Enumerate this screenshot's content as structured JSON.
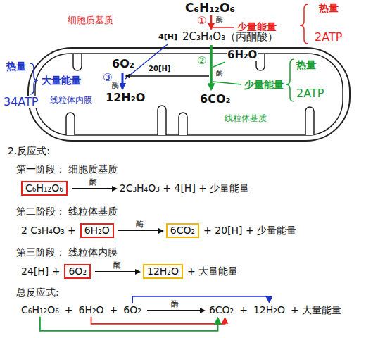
{
  "diagram": {
    "nodes": [
      {
        "text": [
          "C₆H₁₂O₆"
        ]
      },
      {
        "text": [
          "6H₂O"
        ]
      },
      {
        "text": [
          "6CO₂"
        ]
      },
      {
        "text": [
          "6O₂"
        ]
      },
      {
        "text": [
          "12H₂O"
        ]
      }
    ],
    "labels": [
      "C₆H₁₂O₆",
      "①",
      "酶",
      "细胞质基质",
      "少量能量",
      "热量",
      "2ATP",
      "4[H]",
      "2C₃H₄O₃（丙酮酸）",
      "6O₂",
      "③",
      "酶",
      "20[H]",
      "6H₂O",
      "②",
      "酶",
      "热量",
      "少量能量",
      "2ATP",
      "热量",
      "大量能量",
      "34ATP",
      "线粒体内膜",
      "12H₂O",
      "6CO₂",
      "线粒体基质",
      "2.反应式:",
      "第一阶段： 细胞质基质",
      "酶",
      "2C₃H₄O₃ + 4[H] + 少量能量",
      "第二阶段： 线粒体基质",
      "2 C₃H₄O₃ +",
      "酶",
      "+ 20[H] + 少量能量",
      "第三阶段： 线粒体内膜",
      "24[H] +",
      "酶",
      "+ 大量能量",
      "总反应式:",
      "C₆H₁₂O₆",
      "+",
      "6H₂O",
      "+",
      "6O₂",
      "酶",
      "6CO₂",
      "+",
      "12H₂O",
      "+ 大量能量"
    ]
  }
}
